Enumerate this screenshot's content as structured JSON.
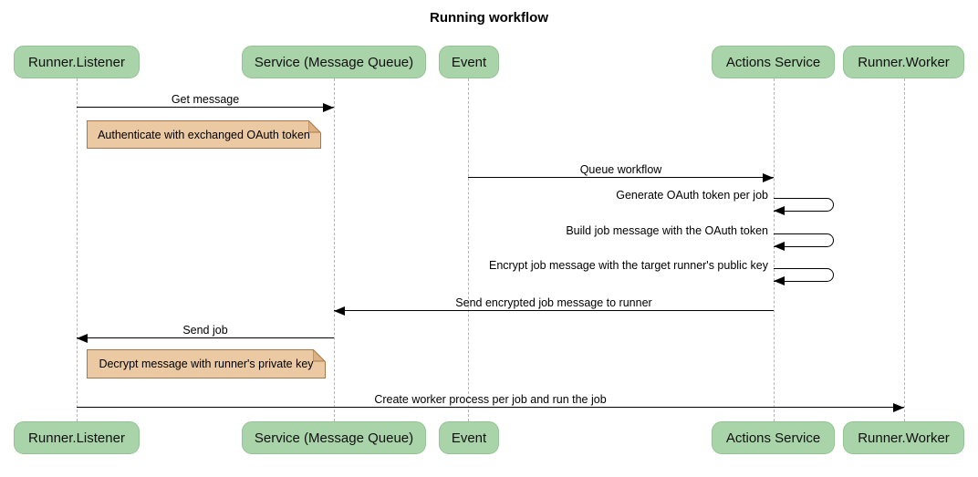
{
  "title": "Running workflow",
  "diagram": {
    "type": "sequence",
    "actors": [
      {
        "id": "runner-listener",
        "label": "Runner.Listener"
      },
      {
        "id": "service-message-queue",
        "label": "Service (Message Queue)"
      },
      {
        "id": "event",
        "label": "Event"
      },
      {
        "id": "actions-service",
        "label": "Actions Service"
      },
      {
        "id": "runner-worker",
        "label": "Runner.Worker"
      }
    ],
    "messages": [
      {
        "kind": "arrow",
        "from": "runner-listener",
        "to": "service-message-queue",
        "label": "Get message"
      },
      {
        "kind": "note",
        "over": "runner-listener,service-message-queue",
        "label": "Authenticate with exchanged OAuth token"
      },
      {
        "kind": "arrow",
        "from": "event",
        "to": "actions-service",
        "label": "Queue workflow"
      },
      {
        "kind": "self",
        "actor": "actions-service",
        "label": "Generate OAuth token per job"
      },
      {
        "kind": "self",
        "actor": "actions-service",
        "label": "Build job message with the OAuth token"
      },
      {
        "kind": "self",
        "actor": "actions-service",
        "label": "Encrypt job message with the target runner's public key"
      },
      {
        "kind": "arrow",
        "from": "actions-service",
        "to": "service-message-queue",
        "label": "Send encrypted job message to runner"
      },
      {
        "kind": "arrow",
        "from": "service-message-queue",
        "to": "runner-listener",
        "label": "Send job"
      },
      {
        "kind": "note",
        "over": "runner-listener,service-message-queue",
        "label": "Decrypt message with runner's private key"
      },
      {
        "kind": "arrow",
        "from": "runner-listener",
        "to": "runner-worker",
        "label": "Create worker process per job and run the job"
      }
    ],
    "colors": {
      "background": "#ffffff",
      "actor_fill": "#a9d3a9",
      "actor_border": "#95c295",
      "actor_text": "#111111",
      "note_fill": "#ebc9a3",
      "note_border": "#a9784a",
      "note_fold": "#dcb184",
      "lifeline": "#b5b5b5",
      "arrow": "#000000",
      "text": "#000000"
    }
  }
}
